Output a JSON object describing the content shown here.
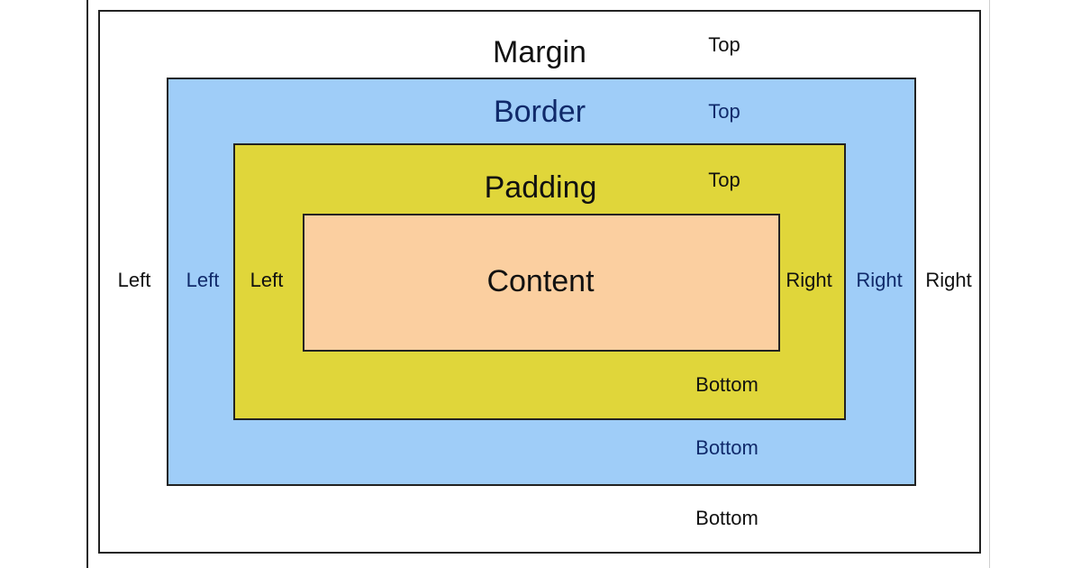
{
  "colors": {
    "margin": "#ffffff",
    "border": "#9fcdf8",
    "padding": "#e0d63a",
    "content": "#fbcfa0",
    "outline": "#222222",
    "border_text": "#102a6b"
  },
  "layers": {
    "margin": {
      "label": "Margin",
      "top": "Top",
      "bottom": "Bottom",
      "left": "Left",
      "right": "Right"
    },
    "border": {
      "label": "Border",
      "top": "Top",
      "bottom": "Bottom",
      "left": "Left",
      "right": "Right"
    },
    "padding": {
      "label": "Padding",
      "top": "Top",
      "bottom": "Bottom",
      "left": "Left",
      "right": "Right"
    },
    "content": {
      "label": "Content"
    }
  }
}
